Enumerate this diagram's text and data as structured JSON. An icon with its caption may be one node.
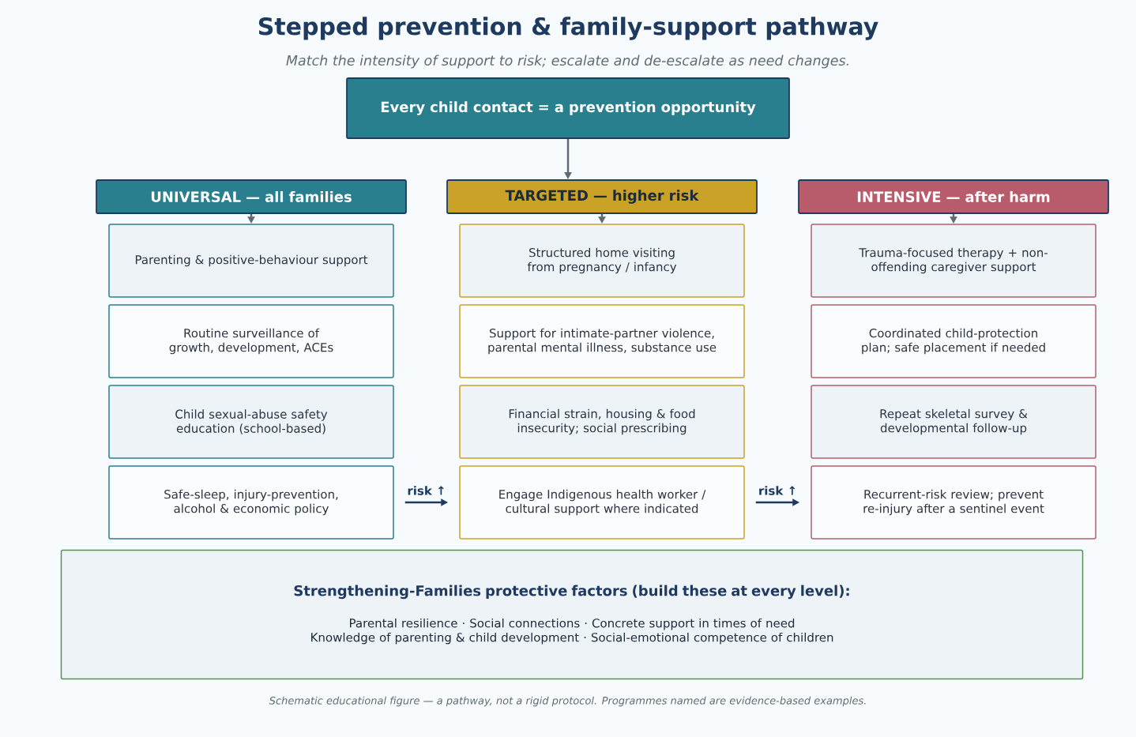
{
  "diagram": {
    "title": "Stepped prevention & family-support pathway",
    "caption": "Schematic educational figure — a pathway, not a rigid protocol. Programmes named are evidence-based examples.",
    "nodes": [
      {
        "text": [
          "Every child contact = a prevention opportunity"
        ]
      },
      {
        "text": [
          "UNIVERSAL — all families"
        ]
      },
      {
        "text": [
          "Parenting & positive-behaviour support"
        ]
      },
      {
        "text": [
          "Routine surveillance of growth, development, ACEs"
        ]
      },
      {
        "text": [
          "Child sexual-abuse safety education (school-based)"
        ]
      },
      {
        "text": [
          "Safe-sleep, injury-prevention, alcohol & economic policy"
        ]
      },
      {
        "text": [
          "TARGETED — higher risk"
        ]
      },
      {
        "text": [
          "Structured home visiting from pregnancy / infancy"
        ]
      },
      {
        "text": [
          "Support for intimate-partner violence, parental mental illness, substance use"
        ]
      },
      {
        "text": [
          "Financial strain, housing & food insecurity; social prescribing"
        ]
      },
      {
        "text": [
          "Engage Indigenous health worker / cultural support where indicated"
        ]
      },
      {
        "text": [
          "INTENSIVE — after harm"
        ]
      },
      {
        "text": [
          "Trauma-focused therapy + non-offending caregiver support"
        ]
      },
      {
        "text": [
          "Coordinated child-protection plan; safe placement if needed"
        ]
      },
      {
        "text": [
          "Repeat skeletal survey & developmental follow-up"
        ]
      },
      {
        "text": [
          "Recurrent-risk review; prevent re-injury after a sentinel event"
        ]
      },
      {
        "text": [
          "Strengthening-Families protective factors (build these at every level):",
          "Parental resilience  ·  Social connections  ·  Concrete support in times of need",
          "Knowledge of parenting & child development  ·  Social-emotional competence of children"
        ]
      }
    ],
    "edges": [
      {
        "from": 0,
        "to": 6,
        "arrow": "to"
      },
      {
        "from": 1,
        "to": 2,
        "arrow": "to"
      },
      {
        "from": 6,
        "to": 7,
        "arrow": "to"
      },
      {
        "from": 11,
        "to": 12,
        "arrow": "to"
      },
      {
        "from": 5,
        "to": 10,
        "arrow": "to",
        "label": "risk ↑",
        "color": "#1f3a5f"
      },
      {
        "from": 10,
        "to": 15,
        "arrow": "to",
        "label": "risk ↑",
        "color": "#1f3a5f"
      }
    ],
    "labels": [
      "Match the intensity of support to risk; escalate and de-escalate as need changes."
    ]
  }
}
